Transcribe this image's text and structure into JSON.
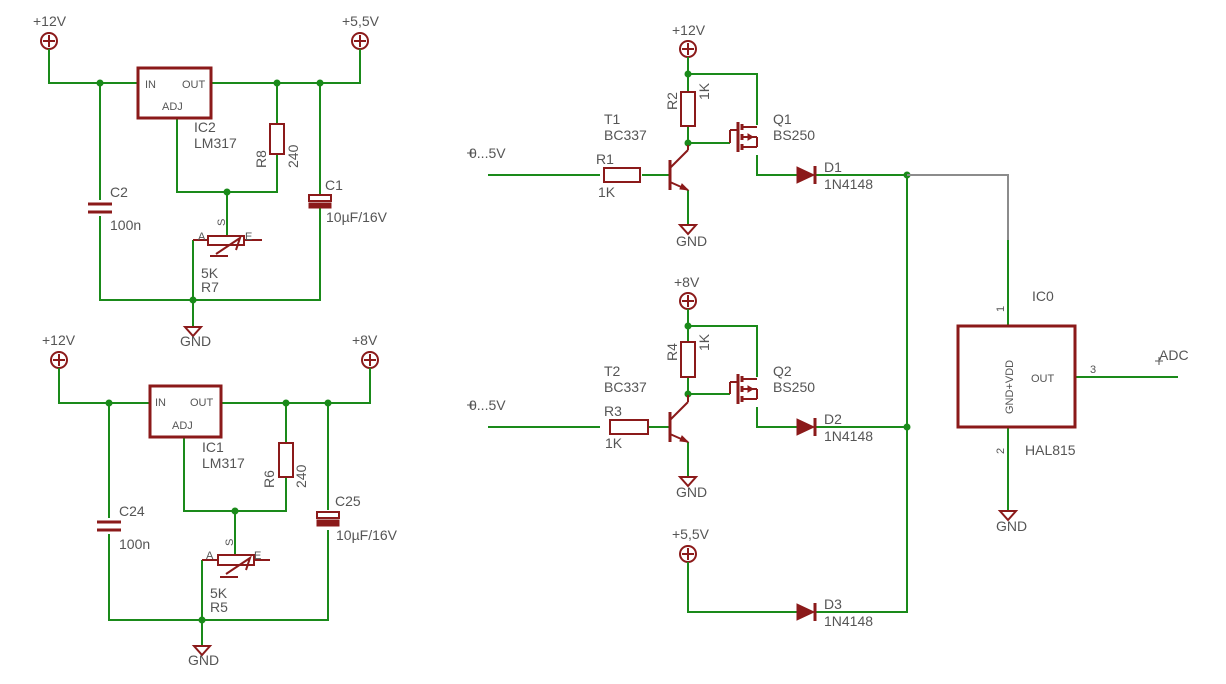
{
  "supplies": {
    "p12_a": "+12V",
    "p55_a": "+5,5V",
    "p12_b": "+12V",
    "p8_b": "+8V",
    "p12_c": "+12V",
    "p8_c": "+8V",
    "p55_c": "+5,5V"
  },
  "regulators": [
    {
      "name": "IC2",
      "value": "LM317",
      "pin_in": "IN",
      "pin_out": "OUT",
      "pin_adj": "ADJ"
    },
    {
      "name": "IC1",
      "value": "LM317",
      "pin_in": "IN",
      "pin_out": "OUT",
      "pin_adj": "ADJ"
    }
  ],
  "caps": {
    "c2_name": "C2",
    "c2_value": "100n",
    "c1_name": "C1",
    "c1_value": "10µF/16V",
    "c24_name": "C24",
    "c24_value": "100n",
    "c25_name": "C25",
    "c25_value": "10µF/16V"
  },
  "resistors": {
    "r8_name": "R8",
    "r8_value": "240",
    "r6_name": "R6",
    "r6_value": "240",
    "r1_name": "R1",
    "r1_value": "1K",
    "r3_name": "R3",
    "r3_value": "1K",
    "r2_name": "R2",
    "r2_value": "1K",
    "r4_name": "R4",
    "r4_value": "1K"
  },
  "trimmers": {
    "r7_name": "R7",
    "r7_value": "5K",
    "r5_name": "R5",
    "r5_value": "5K",
    "pin_a": "A",
    "pin_s": "S",
    "pin_e": "E"
  },
  "transistors": {
    "t1_name": "T1",
    "t1_value": "BC337",
    "t2_name": "T2",
    "t2_value": "BC337",
    "q1_name": "Q1",
    "q1_value": "BS250",
    "q2_name": "Q2",
    "q2_value": "BS250"
  },
  "diodes": {
    "d1_name": "D1",
    "d1_value": "1N4148",
    "d2_name": "D2",
    "d2_value": "1N4148",
    "d3_name": "D3",
    "d3_value": "1N4148"
  },
  "inputs": {
    "in1": "0...5V",
    "in2": "0...5V"
  },
  "sensor": {
    "name": "IC0",
    "value": "HAL815",
    "pin_power": "GND+VDD",
    "pin_out": "OUT",
    "pin1": "1",
    "pin2": "2",
    "pin3": "3"
  },
  "grounds": {
    "g1": "GND",
    "g2": "GND",
    "g3": "GND",
    "g4": "GND",
    "g5": "GND"
  },
  "output": {
    "adc": "ADC"
  },
  "colors": {
    "wire": "#1a8a1a",
    "part": "#8b1a1a",
    "label": "#555555",
    "grey_wire": "#8c8c8c"
  }
}
